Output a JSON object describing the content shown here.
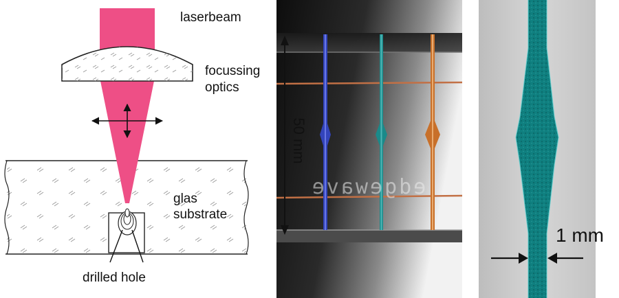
{
  "diagram": {
    "labels": {
      "laserbeam": "laserbeam",
      "optics_line1": "focussing",
      "optics_line2": "optics",
      "substrate_line1": "glas",
      "substrate_line2": "substrate",
      "drilled_hole": "drilled hole"
    },
    "colors": {
      "beam": "#ee4f86",
      "outline": "#222222",
      "hatch": "#9a9a9a"
    }
  },
  "photo_center": {
    "scale_label": "50 mm",
    "engraved_text": "edgewave",
    "channel_colors": [
      "#3344bb",
      "#1a8a8a",
      "#c8702a"
    ],
    "line_color": "#c27045"
  },
  "photo_right": {
    "scale_label": "1 mm",
    "channel_color": "#0f7f7f"
  }
}
